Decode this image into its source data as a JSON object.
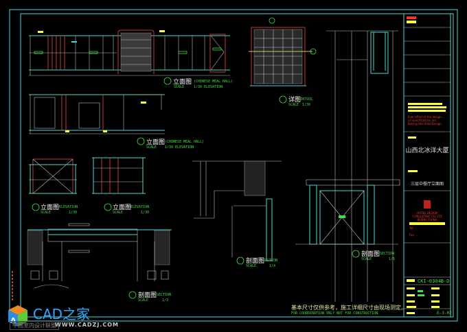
{
  "drawing": {
    "elevation_1": {
      "cn": "立面图",
      "en": "(CHINESE MEAL HALL)",
      "scale_label": "SCALE",
      "scale": "1/30 ELEVATION"
    },
    "elevation_2": {
      "cn": "立面图",
      "en": "(CHINESE MEAL HALL)",
      "scale_label": "SCALE",
      "scale": "1/30 ELEVATION"
    },
    "elevation_3": {
      "cn": "立面图",
      "en": "ELEVATION",
      "scale_label": "SCALE",
      "scale": "1/30"
    },
    "elevation_4": {
      "cn": "立面图",
      "en": "ELEVATION",
      "scale_label": "SCALE",
      "scale": "1/30"
    },
    "detail": {
      "cn": "详图",
      "en": "DETAIL",
      "scale_label": "SCALE",
      "scale": "1/30"
    },
    "section_1": {
      "cn": "剖面图",
      "en": "SECTION",
      "scale_label": "SCALE",
      "scale": "1/3"
    },
    "section_2": {
      "cn": "剖面图",
      "en": "SECTION",
      "scale_label": "SCALE",
      "scale": "1/4"
    },
    "section_3": {
      "cn": "剖面图",
      "en": "SECTION",
      "scale_label": "SCALE",
      "scale": "1/5"
    },
    "note_cn": "基本尺寸仅供参考，施工详细尺寸由现场测定。",
    "note_en": "FOR COORDINATION ONLY NOT FOR CONSTRUCTION."
  },
  "title_block": {
    "project": "山西北冰洋大厦",
    "sheet_title": "三层中餐厅立面图",
    "company": "HOTEL DESIGN",
    "company_2": "CONSULTANT CO.,LTD",
    "city": "BEIJING CHINA",
    "drawing_no": "CKI-0304B-D",
    "sheet_no": "E-3-02"
  },
  "watermark": {
    "brand": "CAD之家",
    "url": "WWW.CADZJ.COM",
    "sub": "中国室内设计联盟"
  },
  "colors": {
    "background": "#000000",
    "frame": "#4fd6d6",
    "accent_red": "#c23a3a",
    "text_green": "#3fe03f",
    "highlight_yellow": "#ffff44"
  }
}
